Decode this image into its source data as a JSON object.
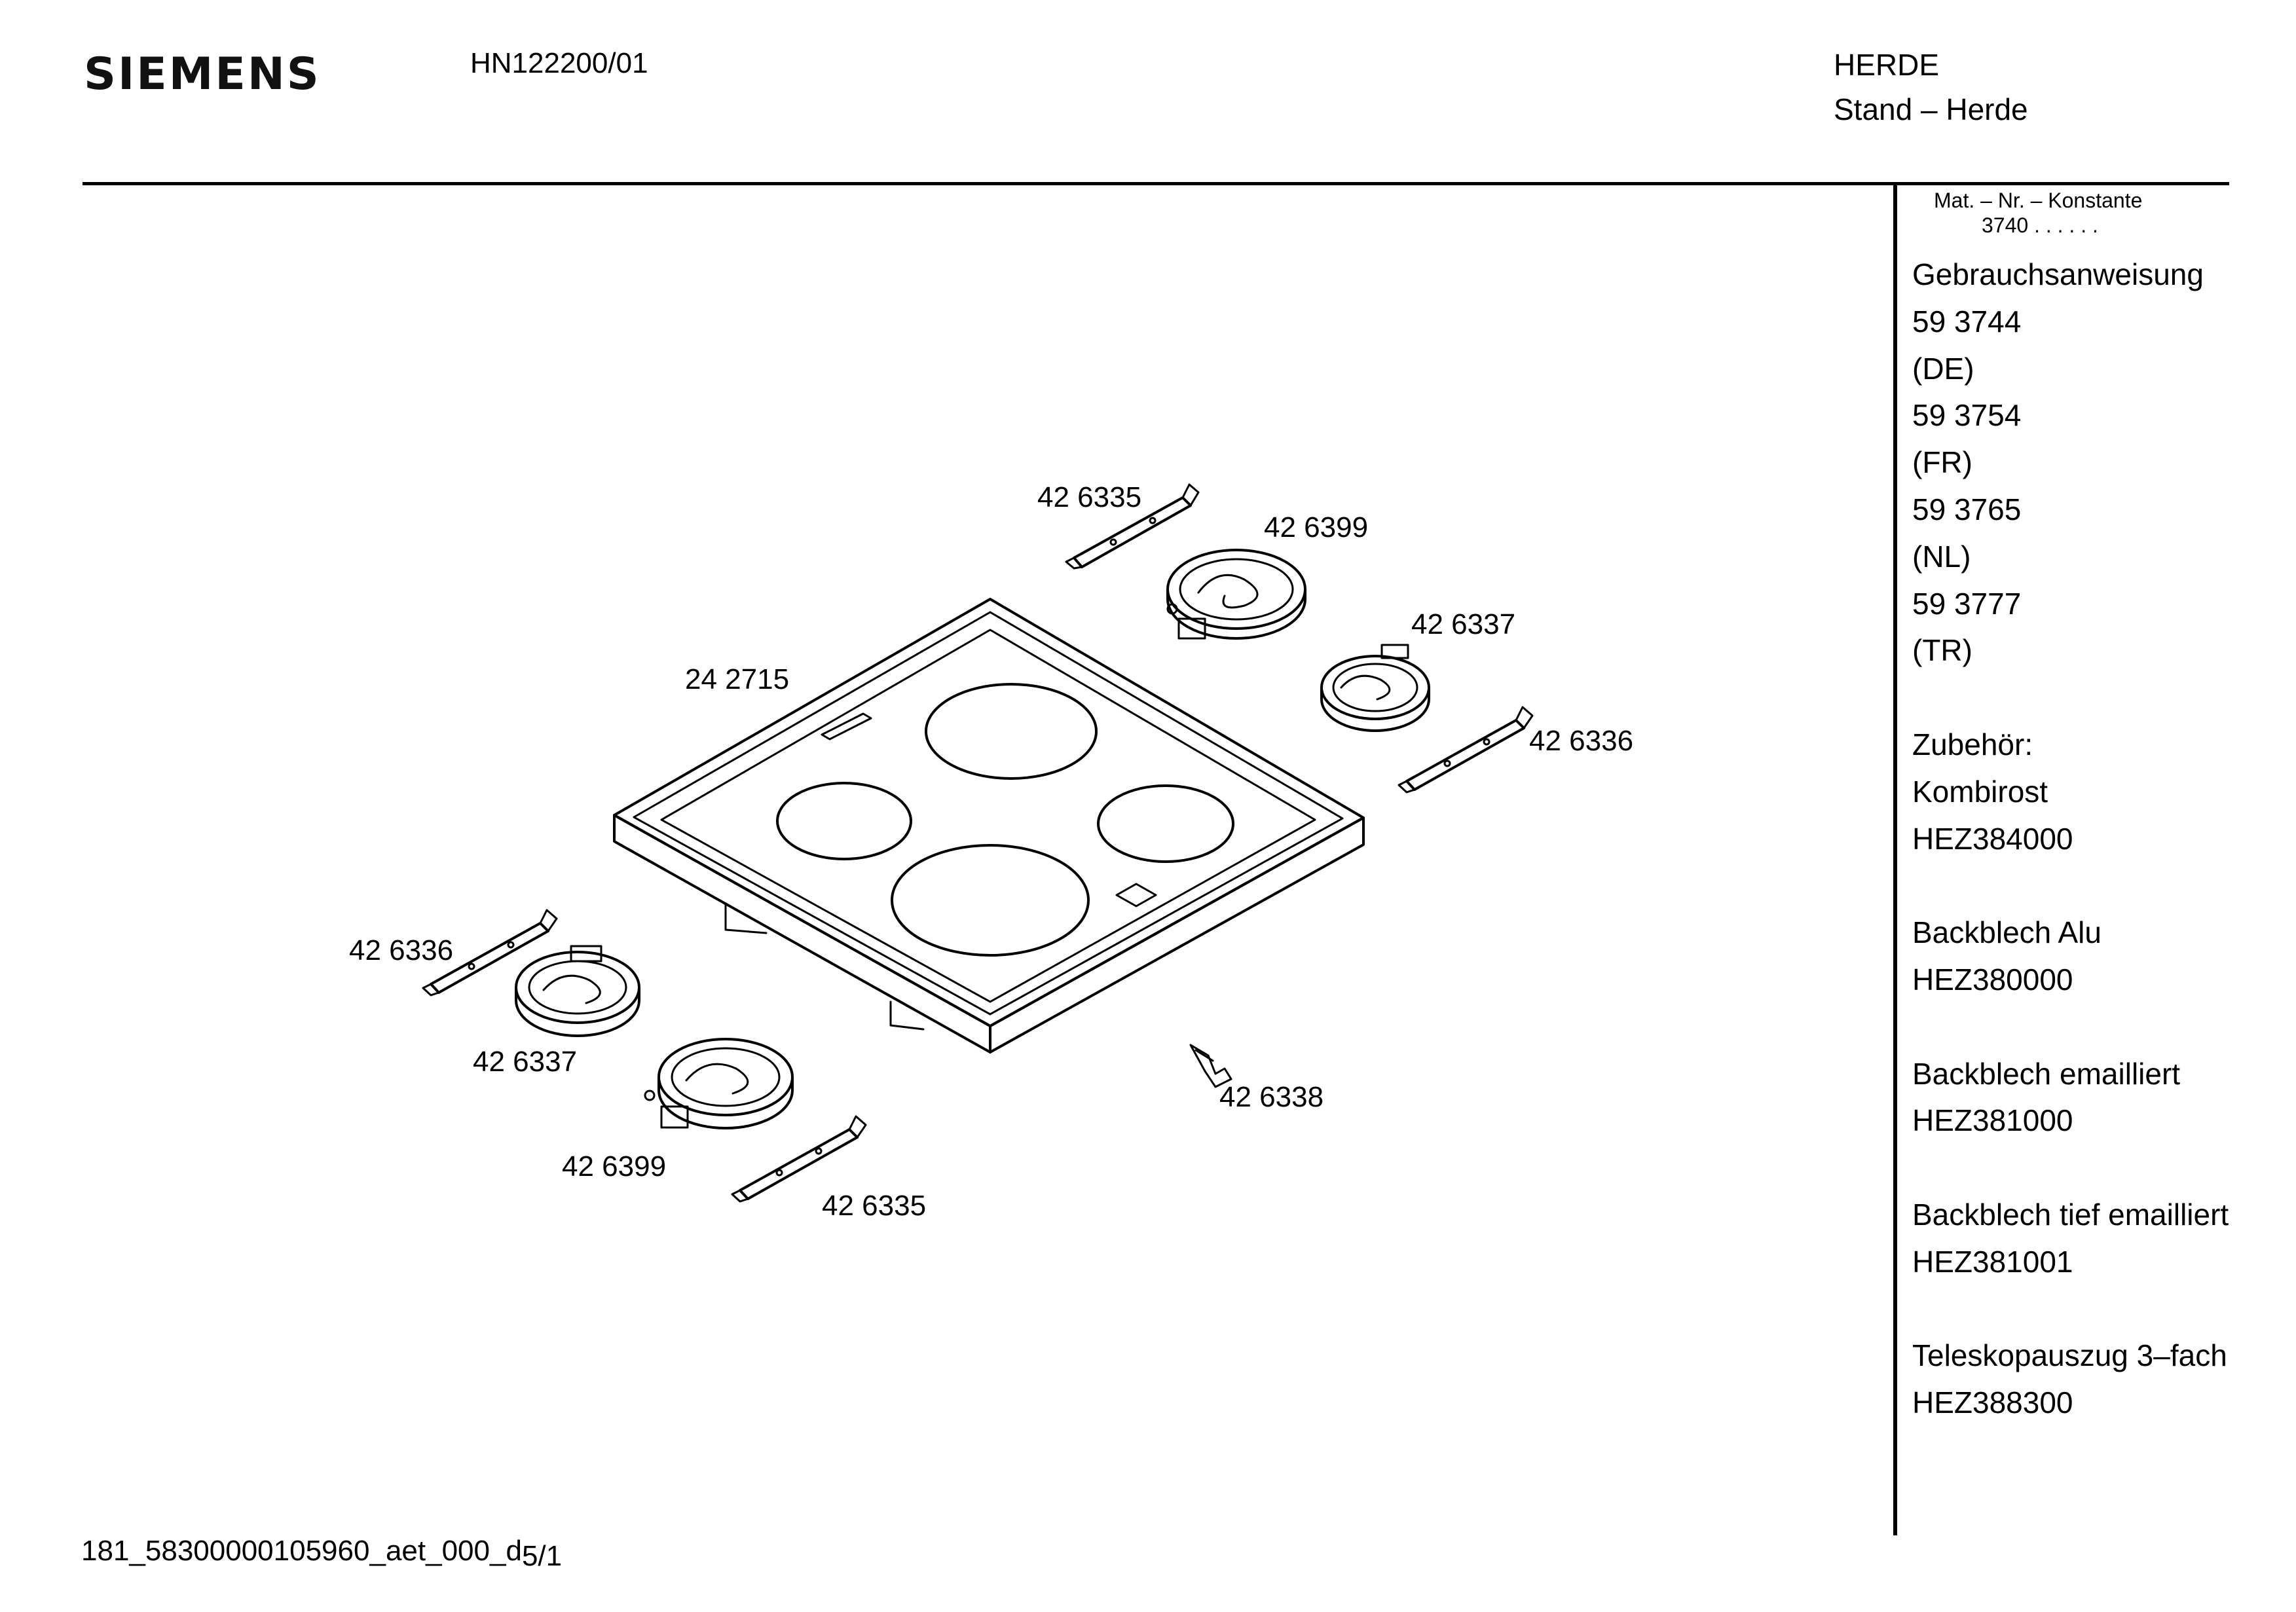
{
  "header": {
    "brand": "SIEMENS",
    "model": "HN122200/01",
    "category": "HERDE",
    "subcategory": "Stand – Herde"
  },
  "sidebar": {
    "mat_label": "Mat. – Nr. – Konstante",
    "mat_value": "3740 . . . . . .",
    "entries": [
      "Gebrauchsanweisung",
      "59 3744",
      "(DE)",
      "59 3754",
      "(FR)",
      "59 3765",
      "(NL)",
      "59 3777",
      "(TR)",
      "",
      "Zubehör:",
      "Kombirost",
      "HEZ384000",
      "",
      "Backblech Alu",
      "HEZ380000",
      "",
      "Backblech emailliert",
      "HEZ381000",
      "",
      "Backblech tief emailliert",
      "HEZ381001",
      "",
      "Teleskopauszug 3–fach",
      "HEZ388300"
    ]
  },
  "diagram": {
    "part_labels": {
      "p1": "42 6335",
      "p2": "42 6399",
      "p3": "42 6337",
      "p4": "24 2715",
      "p5": "42 6336",
      "p6": "42 6336",
      "p7": "42 6337",
      "p8": "42 6338",
      "p9": "42 6399",
      "p10": "42 6335"
    }
  },
  "footer": {
    "doc_id": "181_58300000105960_aet_000_d",
    "page": "5/1"
  }
}
